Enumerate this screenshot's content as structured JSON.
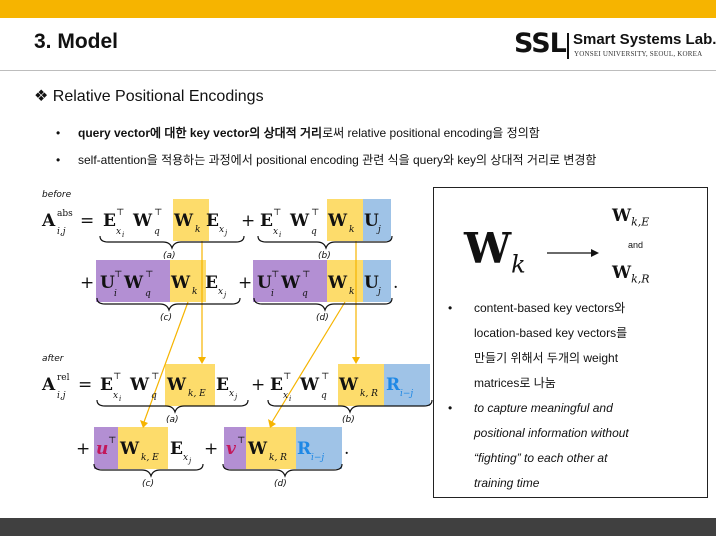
{
  "slide": {
    "title": "3. Model",
    "logo": {
      "mark": "SSL",
      "name": "Smart Systems Lab.",
      "subtitle": "YONSEI UNIVERSITY, SEOUL, KOREA"
    },
    "heading": "❖ Relative Positional Encodings",
    "bullets": [
      {
        "dot": "•",
        "bold": "query vector에 대한 key vector의 상대적 거리",
        "rest": "로써 relative positional encoding을 정의함"
      },
      {
        "dot": "•",
        "text": "self-attention을 적용하는 과정에서 positional encoding 관련 식을 query와 key의 상대적 거리로 변경함"
      }
    ]
  },
  "equations": {
    "before_label": "before",
    "after_label": "after",
    "term_labels": [
      "(a)",
      "(b)",
      "(c)",
      "(d)"
    ],
    "colors": {
      "yellow": "#fddc6b",
      "purple": "#b38fd3",
      "blue": "#9fc3e7",
      "arrow": "#f6b400",
      "u_vec": "#c2185b",
      "r_vec": "#1e88e5"
    }
  },
  "panel": {
    "main_symbol": "W",
    "main_sub": "k",
    "top_symbol": "W",
    "top_sub": "k,E",
    "and_text": "and",
    "bottom_symbol": "W",
    "bottom_sub": "k,R",
    "points": [
      {
        "dot": "•",
        "lines": [
          "content-based key vectors와",
          "location-based key vectors를",
          "만들기 위해서 두개의 weight",
          "matrices로 나눔"
        ]
      },
      {
        "dot": "•",
        "lines": [
          "to capture meaningful and",
          "positional information without",
          "“fighting” to each other at",
          "training time"
        ]
      }
    ]
  }
}
